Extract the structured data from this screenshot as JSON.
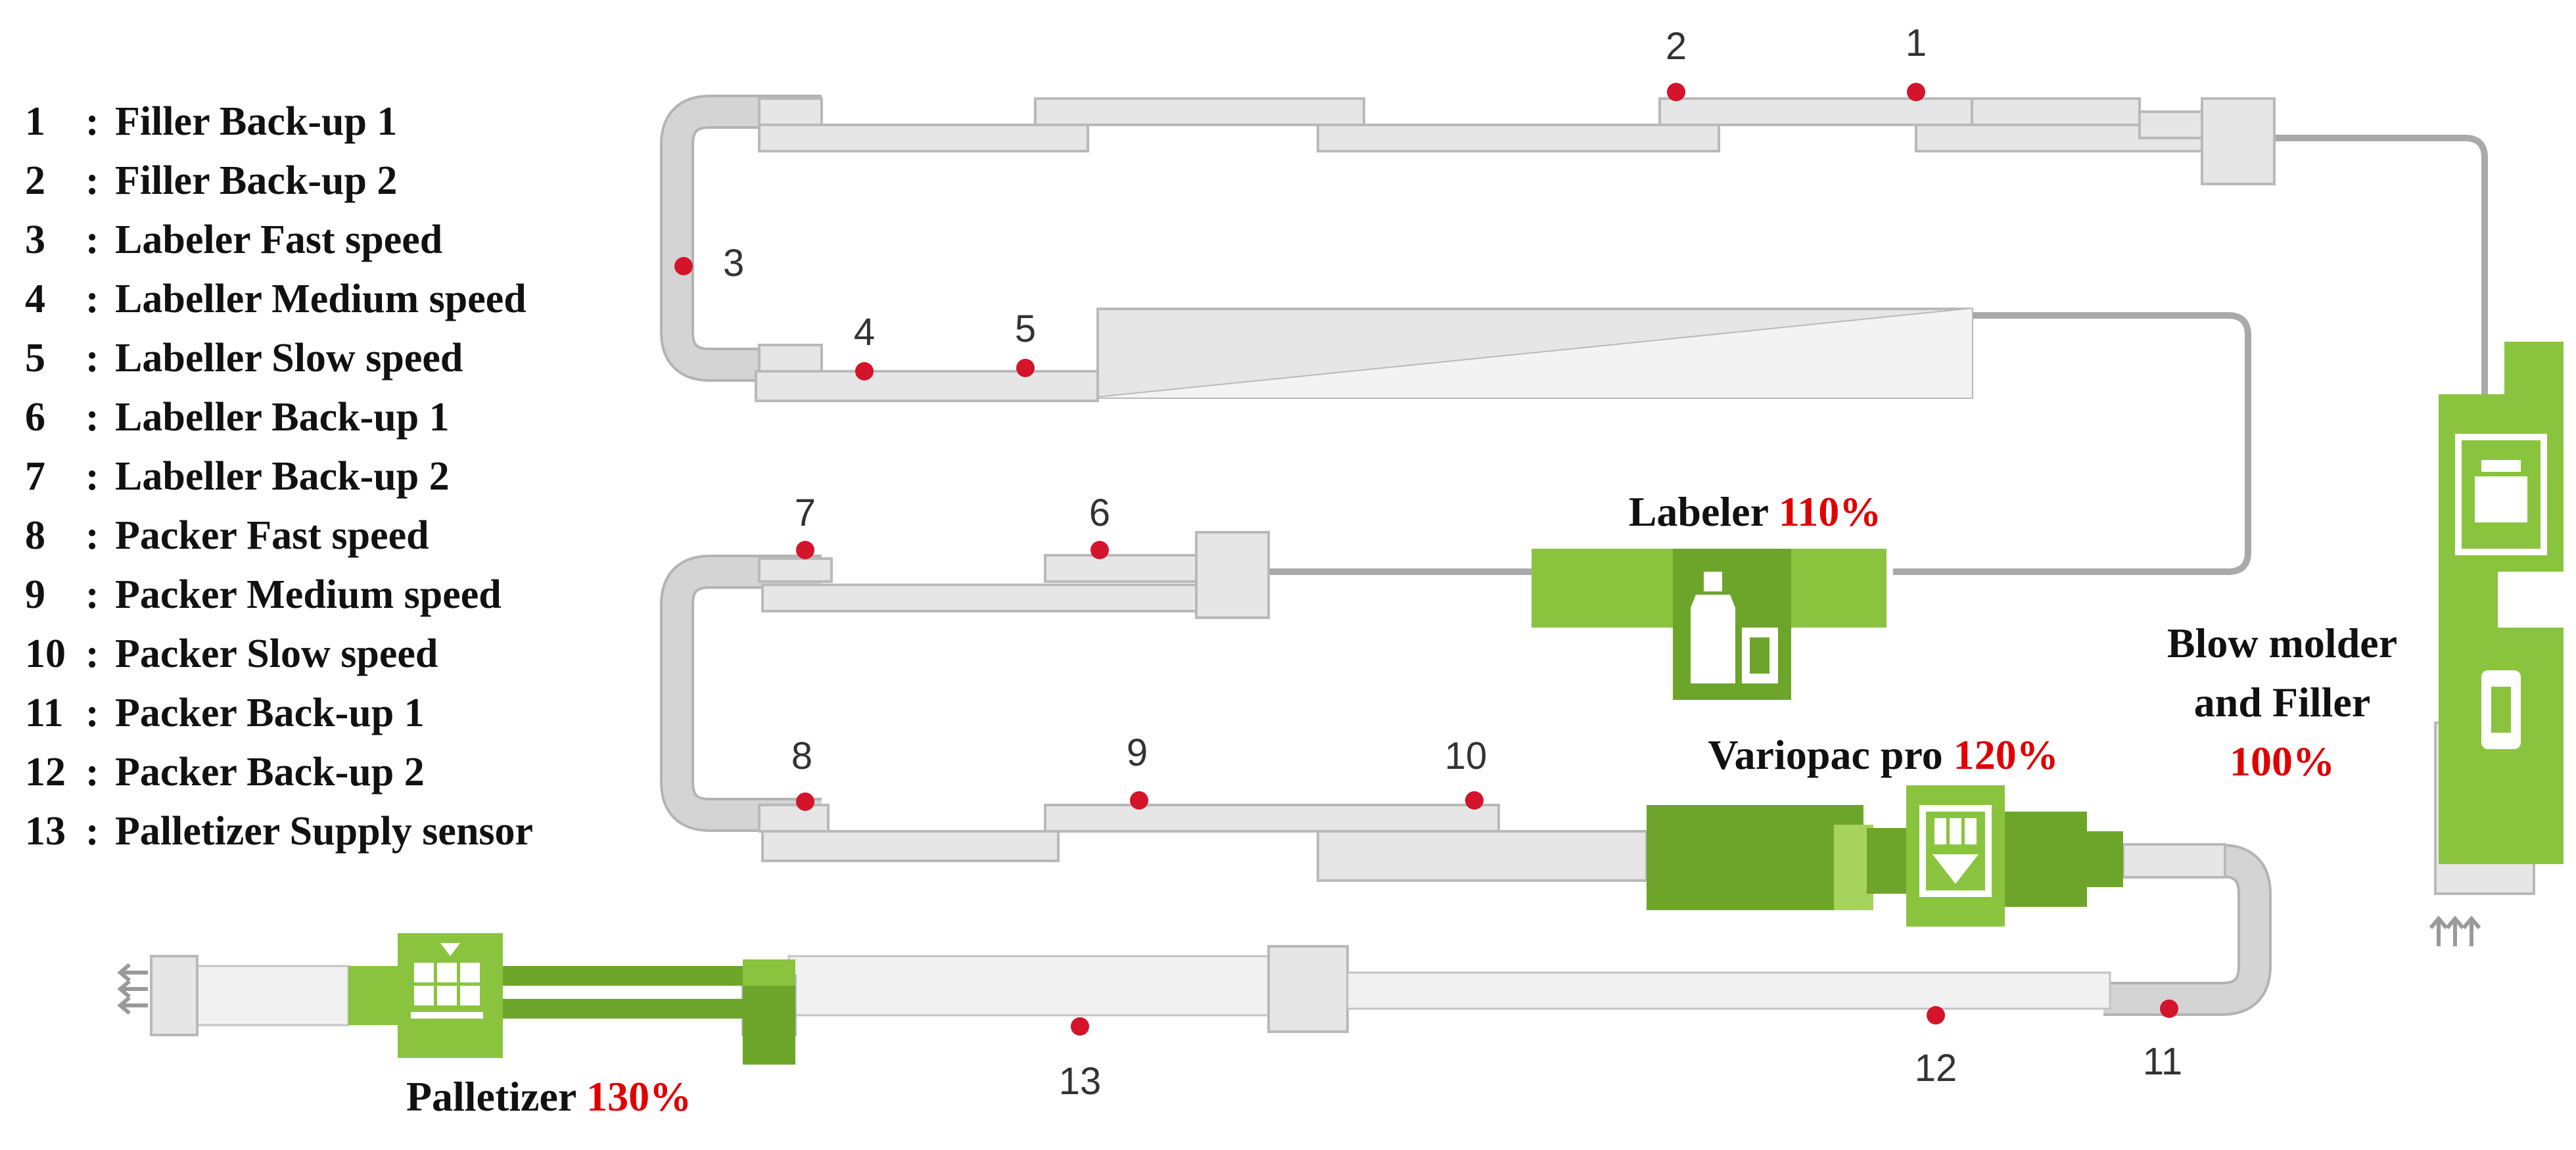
{
  "legend": [
    {
      "num": "1",
      "sep": ":",
      "text": "Filler Back-up 1"
    },
    {
      "num": "2",
      "sep": ":",
      "text": "Filler Back-up 2"
    },
    {
      "num": "3",
      "sep": ":",
      "text": "Labeler Fast speed"
    },
    {
      "num": "4",
      "sep": ":",
      "text": "Labeller Medium speed"
    },
    {
      "num": "5",
      "sep": ":",
      "text": "Labeller Slow speed"
    },
    {
      "num": "6",
      "sep": ":",
      "text": "Labeller Back-up 1"
    },
    {
      "num": "7",
      "sep": ":",
      "text": "Labeller Back-up 2"
    },
    {
      "num": "8",
      "sep": ":",
      "text": "Packer Fast speed"
    },
    {
      "num": "9",
      "sep": ":",
      "text": "Packer Medium speed"
    },
    {
      "num": "10",
      "sep": ":",
      "text": "Packer Slow speed"
    },
    {
      "num": "11",
      "sep": ":",
      "text": "Packer Back-up 1"
    },
    {
      "num": "12",
      "sep": ":",
      "text": "Packer Back-up 2"
    },
    {
      "num": "13",
      "sep": ":",
      "text": "Palletizer Supply sensor"
    }
  ],
  "sensors": [
    "1",
    "2",
    "3",
    "4",
    "5",
    "6",
    "7",
    "8",
    "9",
    "10",
    "11",
    "12",
    "13"
  ],
  "machines": {
    "labeler": {
      "name": "Labeler",
      "pct": "110%"
    },
    "variopac": {
      "name": "Variopac pro",
      "pct": "120%"
    },
    "blow_molder": {
      "line1": "Blow molder",
      "line2": "and Filler",
      "pct": "100%"
    },
    "palletizer": {
      "name": "Palletizer",
      "pct": "130%"
    }
  },
  "colors": {
    "sensor_dot": "#d3142b",
    "machine_green": "#8ac43f",
    "percent_red": "#e00000"
  },
  "icons": [
    "bottle-icon",
    "triple-bottle-icon",
    "pallet-icon",
    "filler-icon",
    "blow-molder-icon",
    "flow-arrows-icon"
  ]
}
